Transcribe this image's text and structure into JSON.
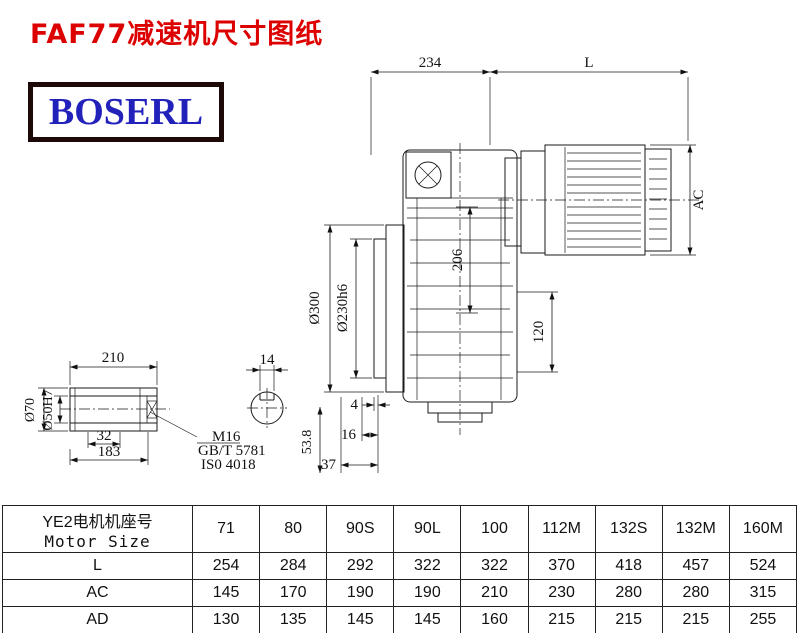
{
  "title": "FAF77减速机尺寸图纸",
  "logo": "BOSERL",
  "drawing": {
    "dim_234": "234",
    "dim_L": "L",
    "dim_AC": "AC",
    "dim_206": "206",
    "dim_300": "Ø300",
    "dim_230": "Ø230h6",
    "dim_120": "120",
    "dim_4": "4",
    "dim_16": "16",
    "dim_37": "37",
    "dim_53_8": "53.8",
    "dim_210": "210",
    "dim_14": "14",
    "dim_70": "Ø70",
    "dim_50": "Ø50H7",
    "dim_32": "32",
    "dim_183": "183",
    "note_m16": "M16",
    "note_gb": "GB/T 5781",
    "note_iso": "IS0 4018"
  },
  "table": {
    "header_cn": "YE2电机机座号",
    "header_en": "Motor Size",
    "sizes": [
      "71",
      "80",
      "90S",
      "90L",
      "100",
      "112M",
      "132S",
      "132M",
      "160M"
    ],
    "rows": [
      {
        "label": "L",
        "values": [
          "254",
          "284",
          "292",
          "322",
          "322",
          "370",
          "418",
          "457",
          "524"
        ]
      },
      {
        "label": "AC",
        "values": [
          "145",
          "170",
          "190",
          "190",
          "210",
          "230",
          "280",
          "280",
          "315"
        ]
      },
      {
        "label": "AD",
        "values": [
          "130",
          "135",
          "145",
          "145",
          "160",
          "215",
          "215",
          "215",
          "255"
        ]
      }
    ]
  }
}
